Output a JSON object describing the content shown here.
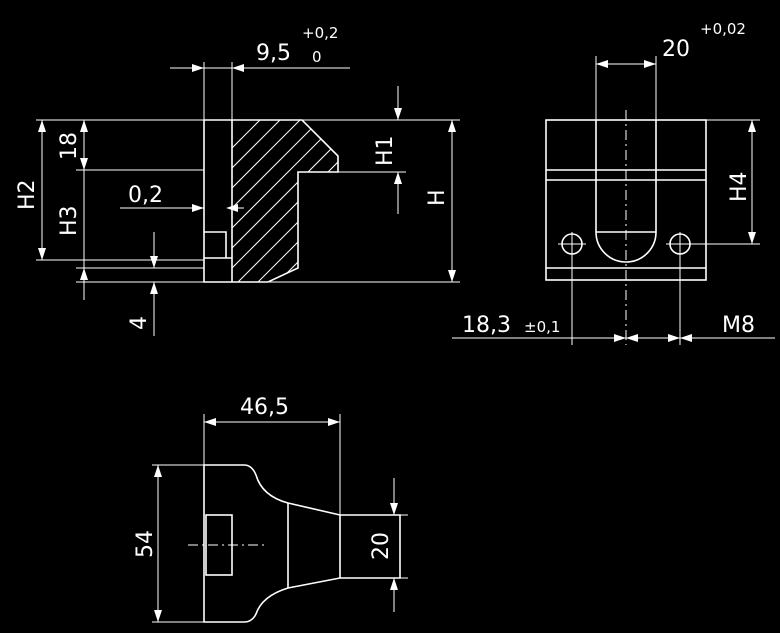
{
  "dimensions": {
    "d_9_5": "9,5",
    "tol_plus_02": "+0,2",
    "tol_0": "0",
    "d_20_top": "20",
    "tol_plus_002": "+0,02",
    "d_18": "18",
    "d_h1": "H1",
    "d_h2": "H2",
    "d_h3": "H3",
    "d_h": "H",
    "d_0_2": "0,2",
    "d_4": "4",
    "d_h4": "H4",
    "d_18_3": "18,3",
    "tol_pm_01": "±0,1",
    "d_m8": "M8",
    "d_46_5": "46,5",
    "d_54": "54",
    "d_20_bottom": "20"
  }
}
